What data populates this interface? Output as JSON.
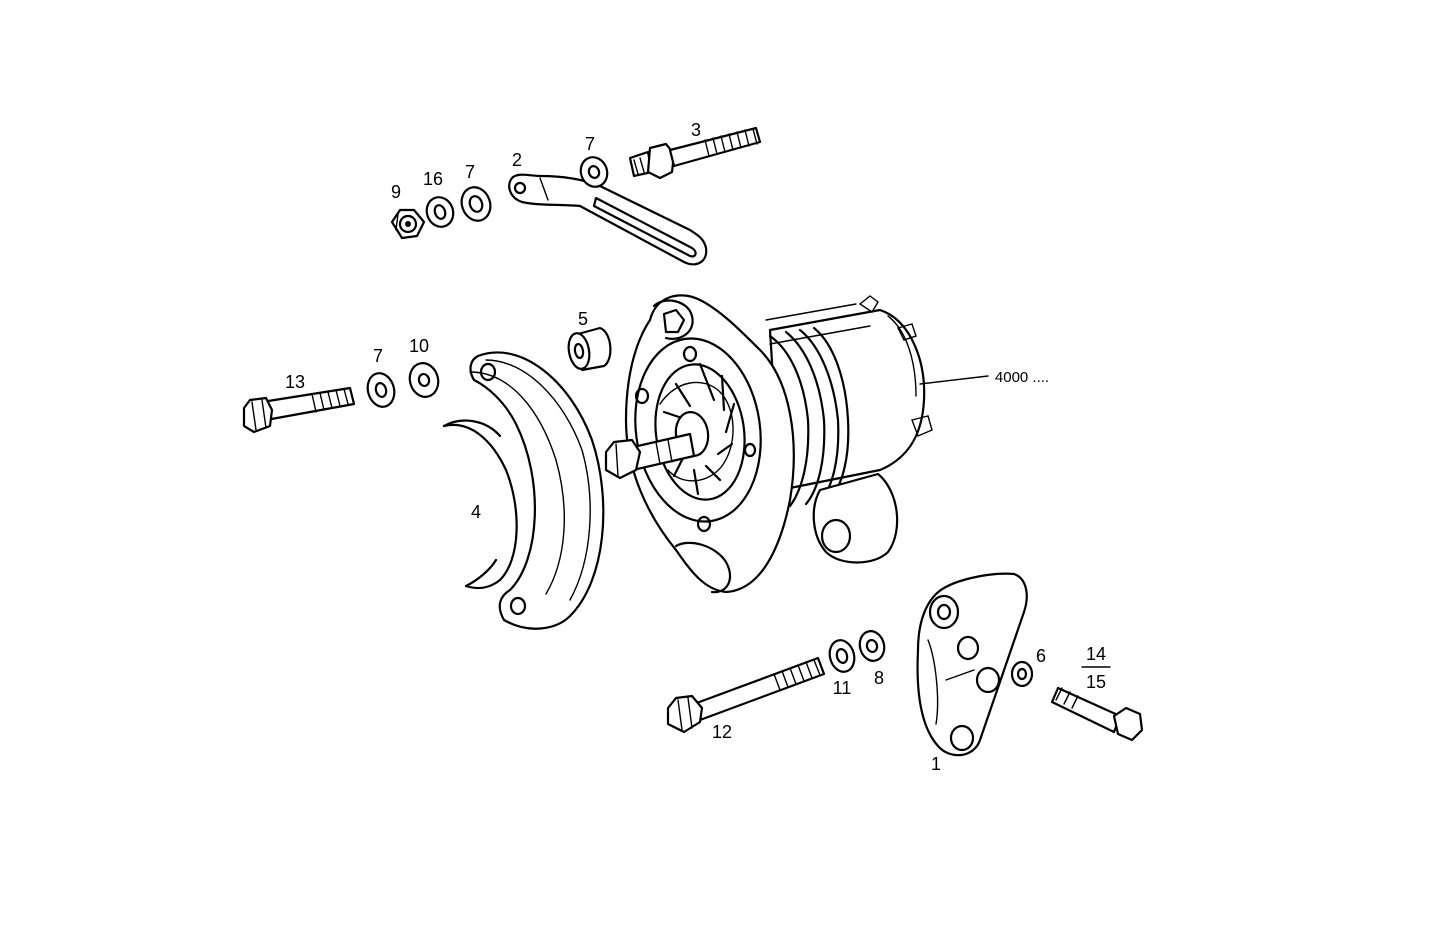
{
  "diagram": {
    "labels": {
      "p1": "1",
      "p2": "2",
      "p3": "3",
      "p4": "4",
      "p5": "5",
      "p6": "6",
      "p7a": "7",
      "p7b": "7",
      "p7c": "7",
      "p8": "8",
      "p9": "9",
      "p10": "10",
      "p11": "11",
      "p12": "12",
      "p13": "13",
      "p14": "14",
      "p15": "15",
      "p16": "16",
      "assembly": "4000 ...."
    },
    "colors": {
      "line": "#000000",
      "background": "#ffffff"
    }
  }
}
